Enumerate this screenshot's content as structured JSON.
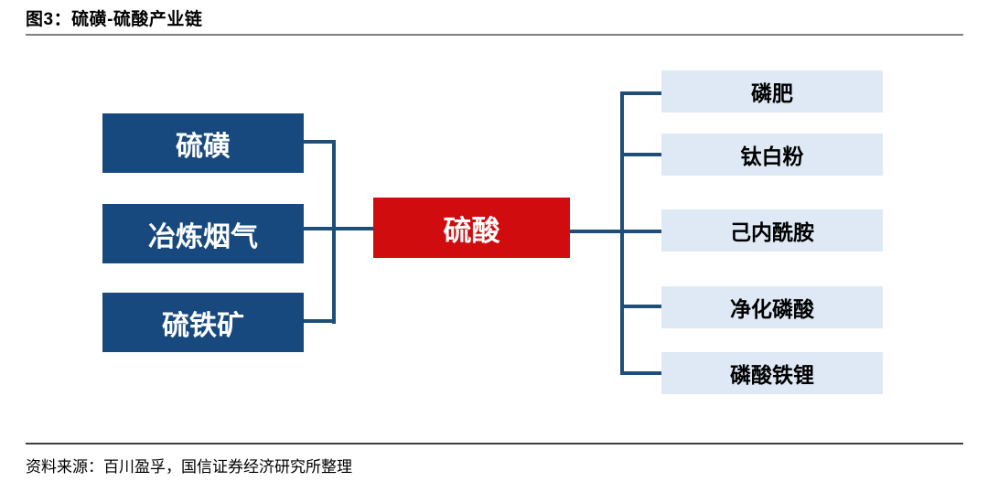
{
  "figure": {
    "title": "图3：硫磺-硫酸产业链",
    "source": "资料来源：百川盈孚，国信证券经济研究所整理"
  },
  "diagram": {
    "inputs": [
      {
        "label": "硫磺"
      },
      {
        "label": "冶炼烟气"
      },
      {
        "label": "硫铁矿"
      }
    ],
    "center": {
      "label": "硫酸"
    },
    "outputs": [
      {
        "label": "磷肥"
      },
      {
        "label": "钛白粉"
      },
      {
        "label": "己内酰胺"
      },
      {
        "label": "净化磷酸"
      },
      {
        "label": "磷酸铁锂"
      }
    ],
    "colors": {
      "input_box": "#17497E",
      "center_box": "#D00C0F",
      "output_box": "#DEE9F5",
      "connector": "#1F4E79",
      "title_rule": "#7F7F7F",
      "source_rule": "#3F3F3F"
    }
  }
}
